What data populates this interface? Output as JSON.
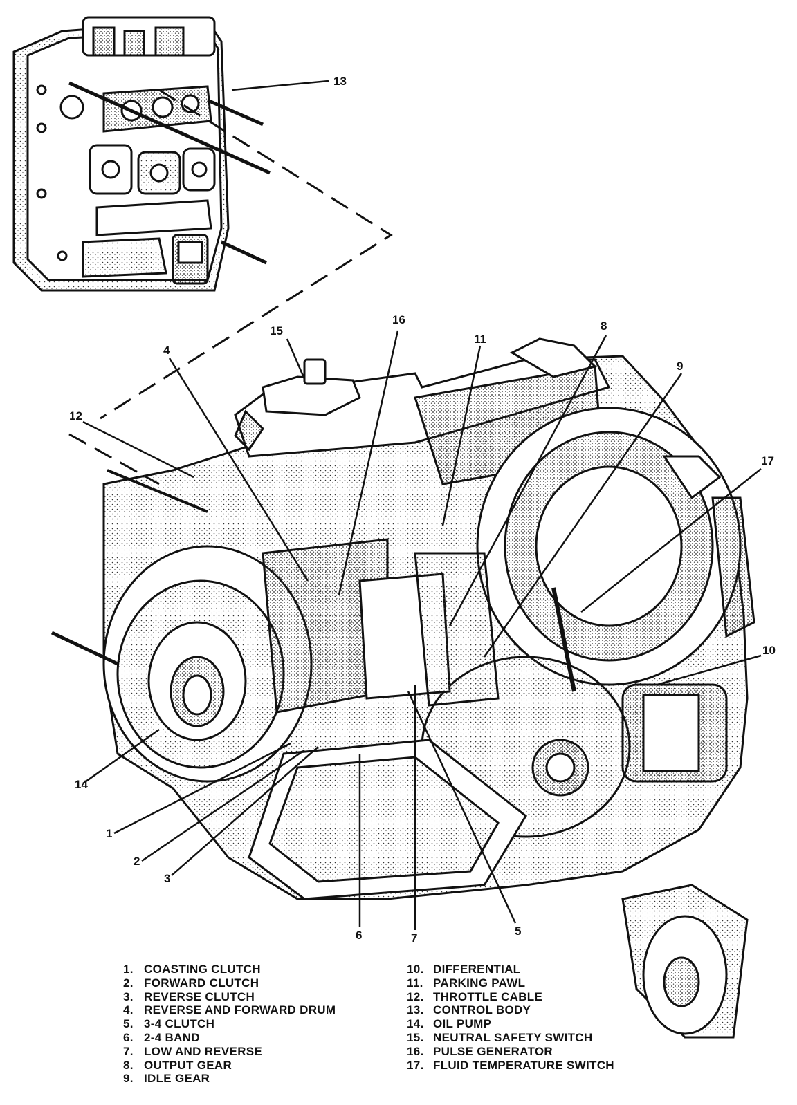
{
  "callouts": [
    "13",
    "16",
    "15",
    "11",
    "8",
    "9",
    "4",
    "12",
    "17",
    "10",
    "14",
    "1",
    "2",
    "3",
    "6",
    "7",
    "5"
  ],
  "legend_left": [
    {
      "num": "1.",
      "text": "COASTING CLUTCH"
    },
    {
      "num": "2.",
      "text": "FORWARD CLUTCH"
    },
    {
      "num": "3.",
      "text": "REVERSE CLUTCH"
    },
    {
      "num": "4.",
      "text": "REVERSE AND FORWARD DRUM"
    },
    {
      "num": "5.",
      "text": "3-4 CLUTCH"
    },
    {
      "num": "6.",
      "text": "2-4 BAND"
    },
    {
      "num": "7.",
      "text": "LOW AND REVERSE"
    },
    {
      "num": "8.",
      "text": "OUTPUT GEAR"
    },
    {
      "num": "9.",
      "text": "IDLE GEAR"
    }
  ],
  "legend_right": [
    {
      "num": "10.",
      "text": "DIFFERENTIAL"
    },
    {
      "num": "11.",
      "text": "PARKING PAWL"
    },
    {
      "num": "12.",
      "text": "THROTTLE CABLE"
    },
    {
      "num": "13.",
      "text": "CONTROL BODY"
    },
    {
      "num": "14.",
      "text": "OIL PUMP"
    },
    {
      "num": "15.",
      "text": "NEUTRAL SAFETY SWITCH"
    },
    {
      "num": "16.",
      "text": "PULSE GENERATOR"
    },
    {
      "num": "17.",
      "text": "FLUID TEMPERATURE SWITCH"
    }
  ]
}
